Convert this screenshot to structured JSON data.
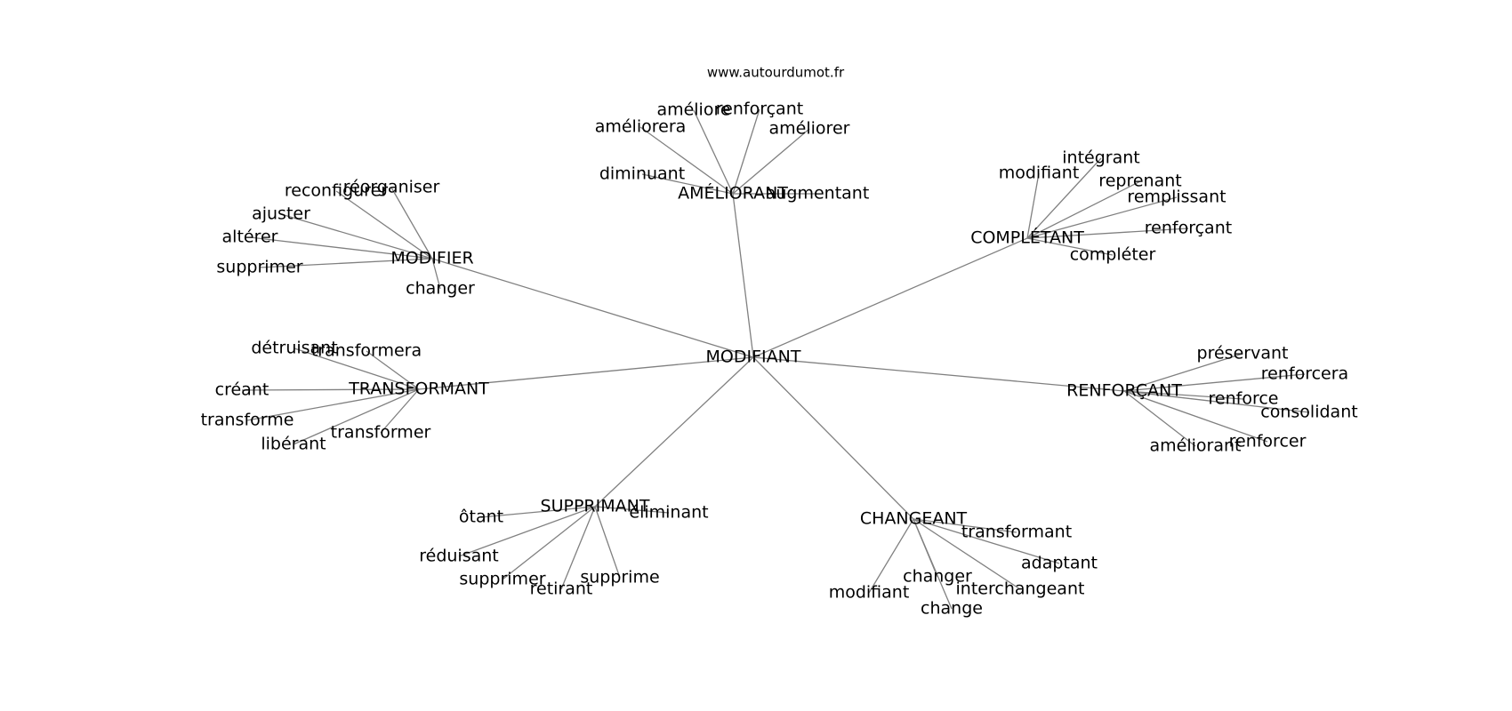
{
  "source_url": "www.autourdumot.fr",
  "colors": {
    "edge": "#808080",
    "text": "#000000",
    "background": "#ffffff"
  },
  "graph": {
    "center": "MODIFIANT",
    "clusters": [
      {
        "label": "AMÉLIORANT",
        "children": [
          "améliore",
          "renforçant",
          "améliorera",
          "améliorer",
          "diminuant",
          "augmentant"
        ]
      },
      {
        "label": "COMPLÉTANT",
        "children": [
          "intégrant",
          "modifiant",
          "reprenant",
          "remplissant",
          "renforçant",
          "compléter"
        ]
      },
      {
        "label": "MODIFIER",
        "children": [
          "réorganiser",
          "reconfigurer",
          "ajuster",
          "altérer",
          "supprimer",
          "changer"
        ]
      },
      {
        "label": "TRANSFORMANT",
        "children": [
          "détruisant",
          "transformera",
          "créant",
          "transforme",
          "libérant",
          "transformer"
        ]
      },
      {
        "label": "RENFORÇANT",
        "children": [
          "préservant",
          "renforcera",
          "renforce",
          "consolidant",
          "renforcer",
          "améliorant"
        ]
      },
      {
        "label": "SUPPRIMANT",
        "children": [
          "ôtant",
          "éliminant",
          "réduisant",
          "supprimer",
          "retirant",
          "supprime"
        ]
      },
      {
        "label": "CHANGEANT",
        "children": [
          "transformant",
          "adaptant",
          "changer",
          "interchangeant",
          "modifiant",
          "change"
        ]
      }
    ]
  }
}
